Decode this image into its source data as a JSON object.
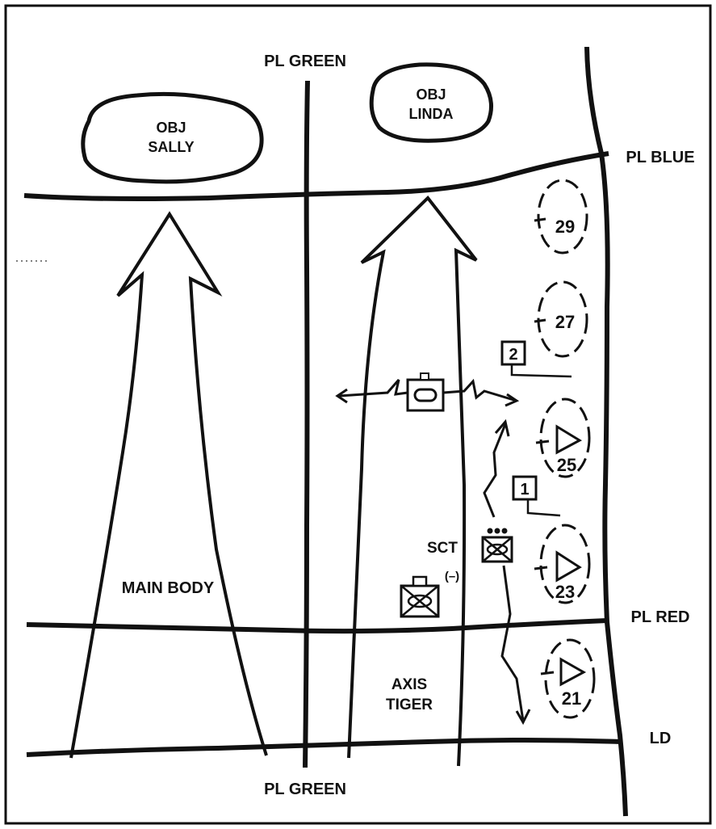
{
  "labels": {
    "pl_green_top": "PL GREEN",
    "pl_green_bottom": "PL GREEN",
    "pl_blue": "PL BLUE",
    "pl_red": "PL RED",
    "ld": "LD",
    "obj_sally_1": "OBJ",
    "obj_sally_2": "SALLY",
    "obj_linda_1": "OBJ",
    "obj_linda_2": "LINDA",
    "main_body": "MAIN BODY",
    "axis_1": "AXIS",
    "axis_2": "TIGER",
    "sct": "SCT",
    "minus": "(–)",
    "marker_1": "1",
    "marker_2": "2"
  },
  "positions": [
    {
      "number": "29",
      "triangle": false
    },
    {
      "number": "27",
      "triangle": false
    },
    {
      "number": "25",
      "triangle": true
    },
    {
      "number": "23",
      "triangle": true
    },
    {
      "number": "21",
      "triangle": true
    }
  ],
  "colors": {
    "ink": "#111111",
    "paper": "#ffffff"
  }
}
